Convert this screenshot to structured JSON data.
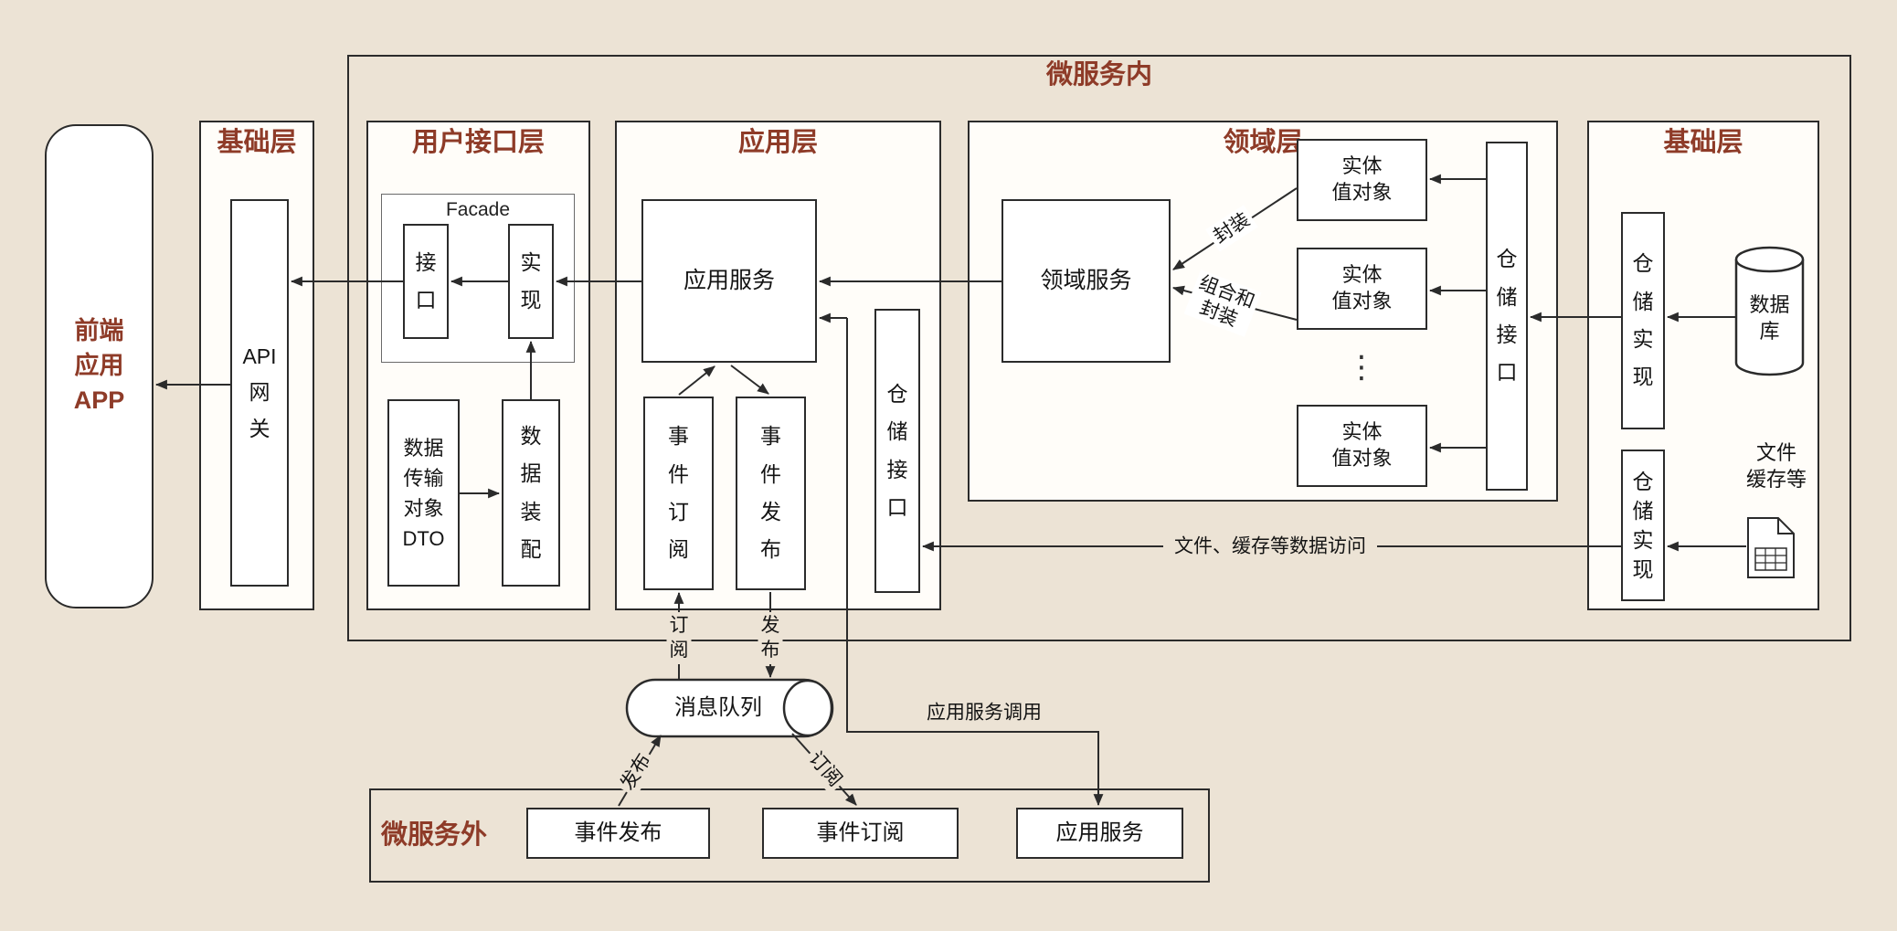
{
  "colors": {
    "background": "#ece3d5",
    "box_fill": "#ffffff",
    "accent_brown": "#8e3b28",
    "line": "#2b2b2b"
  },
  "diagram": {
    "frontend": {
      "label": "前端\n应用\nAPP"
    },
    "infra_left": {
      "title": "基础层",
      "api_gateway": "API\n网\n关"
    },
    "inner": {
      "title": "微服务内"
    },
    "ui_layer": {
      "title": "用户接口层",
      "facade_label": "Facade",
      "interface": "接\n口",
      "implementation": "实\n现",
      "dto": "数据\n传输\n对象\nDTO",
      "assembler": "数\n据\n装\n配"
    },
    "app_layer": {
      "title": "应用层",
      "app_service": "应用服务",
      "event_subscribe": "事\n件\n订\n阅",
      "event_publish": "事\n件\n发\n布",
      "repo_interface": "仓\n储\n接\n口"
    },
    "domain_layer": {
      "title": "领域层",
      "domain_service": "领域服务",
      "entity1": "实体\n值对象",
      "entity2": "实体\n值对象",
      "entity3": "实体\n值对象",
      "ellipsis": "⋮",
      "repo_interface": "仓\n储\n接\n口",
      "encapsulate_label": "封装",
      "combine_label": "组合和\n封装"
    },
    "infra_right": {
      "title": "基础层",
      "repo_impl_top": "仓\n储\n实\n现",
      "database": "数据\n库",
      "repo_impl_bottom": "仓\n储\n实\n现",
      "file_cache": "文件\n缓存等"
    },
    "mq": {
      "label": "消息队列"
    },
    "external": {
      "title": "微服务外",
      "event_publish": "事件发布",
      "event_subscribe": "事件订阅",
      "app_service": "应用服务"
    },
    "edge_labels": {
      "subscribe_vertical": "订\n阅",
      "publish_vertical": "发\n布",
      "publish_diagonal": "发布",
      "subscribe_diagonal": "订阅",
      "app_service_call": "应用服务调用",
      "file_cache_access": "文件、缓存等数据访问"
    }
  }
}
